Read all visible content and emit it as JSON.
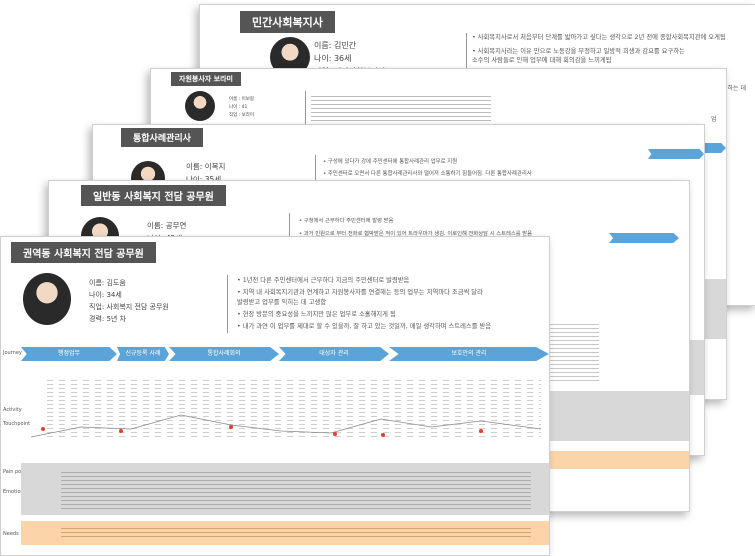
{
  "sheets": {
    "s1": {
      "title": "민간사회복지사",
      "name": "이름: 김민간",
      "age": "나이: 36세",
      "job": "직업: 민간사회복지사",
      "bullets": [
        "• 사회복지사로서 처음부터 단계를 밟아가고 싶다는 생각으로 2년 전에 종합사회복지관에 오게됨",
        "• 사회복지사라는 이유 만으로 노동강을 부정하고 일방적 희생과 감요를 요구하는",
        "   소수의 사람들로 인해 업무에 대해 회의감을 느끼게됨"
      ],
      "edge": "공하는 데"
    },
    "s2": {
      "title": "자원봉사자 보라미",
      "name": "이름 : 이보람",
      "age": "나이 : 41",
      "job": "직업 : 보라미",
      "edge": "업"
    },
    "s3": {
      "title": "통합사례관리사",
      "name": "이름: 이복지",
      "age": "나이: 35세",
      "bullets": [
        "• 구성에 있다가 강에 주민센터에 통합사례관리 업무로 지원",
        "• 주민센터로 오면서 다른 통합사례관리사와 떨어져 소통하기 힘들어짐. 다른 통합사례관리사"
      ]
    },
    "s4": {
      "title": "일반동 사회복지 전담 공무원",
      "name": "이름: 공무연",
      "age": "나이: 42세",
      "bullets": [
        "• 구청에서 근무하다 주민센터에 발령 받음",
        "• 과거 민원으로 부터 전화로 협박받은 적이 있어 트라우마가 생김. 이로인해 전화상담 시 스트레스를 받음"
      ]
    },
    "s5": {
      "title": "권역동 사회복지 전담 공무원",
      "name": "이름: 김도움",
      "age": "나이: 34세",
      "job": "직업: 사회복지 전담 공무원",
      "career": "경력: 5년 차",
      "bullets": [
        "• 1년전 다른 주민센터에서 근무하다 지금의 주민센터로 발령받음",
        "• 지역 내 사회복지기관과 연계하고 자원봉사자를 연결해는 등의 업무는 지역마다 조금씩 달라",
        "   발령받고 업무를 익히는 데 고생함",
        "• 현장 방문의 중요성을 느끼지만 많은 업무로 소홀해지게 됨",
        "• 내가 과연 이 업무를 제대로 할 수 있을까, 잘 하고 있는 것일까, 매일 생각하며 스트레스를 받음"
      ],
      "phases": [
        "행정업무",
        "신규등록 사례",
        "통합사례회의",
        "대상자 관리",
        "보호안의 관리"
      ],
      "side_labels": [
        "Journey",
        "Activity",
        "Touchpoint",
        "Pain point",
        "Emotion",
        "Needs"
      ]
    }
  }
}
